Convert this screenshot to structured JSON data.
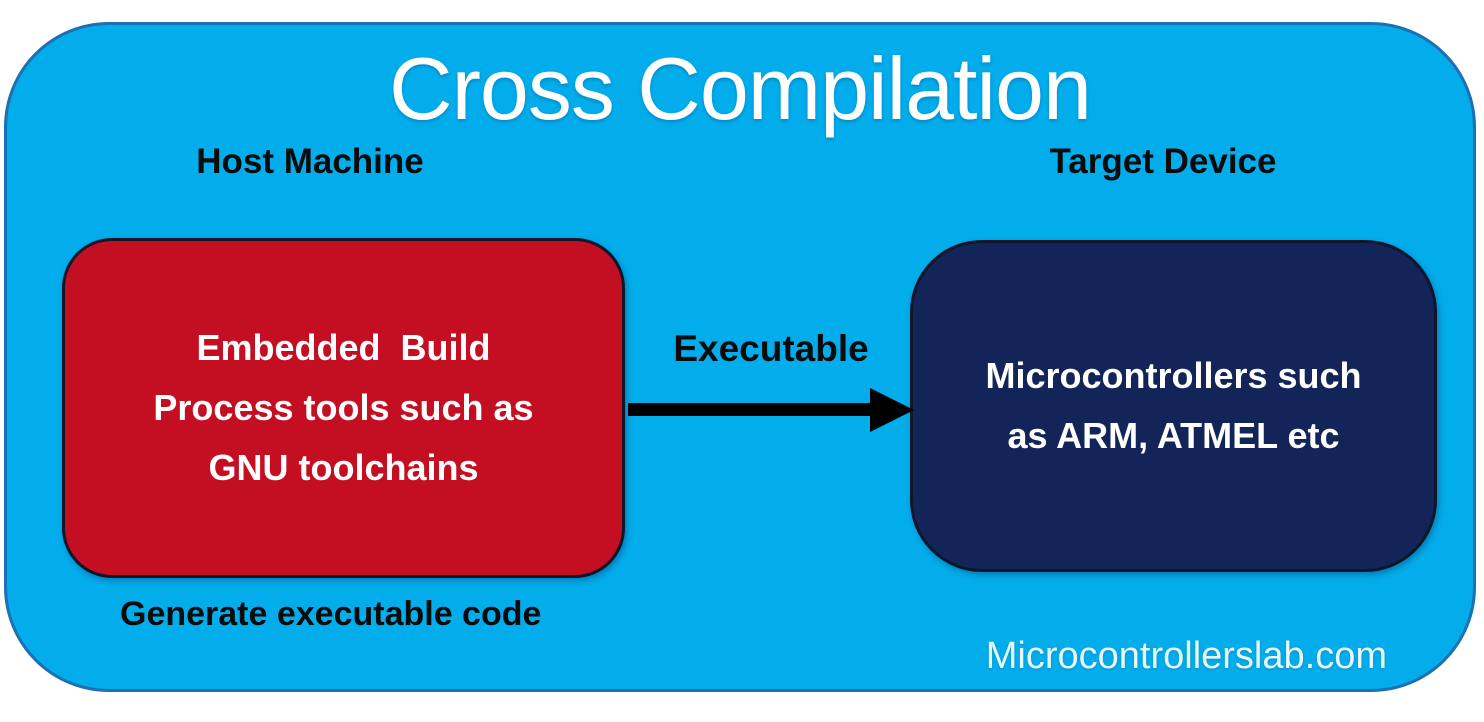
{
  "diagram": {
    "title": "Cross Compilation",
    "watermark": "Microcontrollerslab.com",
    "host": {
      "label": "Host Machine",
      "box_text": "Embedded  Build\nProcess tools such as\nGNU toolchains",
      "caption": "Generate executable code"
    },
    "target": {
      "label": "Target Device",
      "box_text": "Microcontrollers such\nas ARM, ATMEL etc"
    },
    "arrow": {
      "label": "Executable"
    },
    "colors": {
      "canvas_fill": "#03ACEA",
      "canvas_border": "#1D70B4",
      "host_box_fill": "#C40F22",
      "target_box_fill": "#132459",
      "box_border": "#10162A",
      "arrow": "#000000",
      "title_text": "#FFFFFF",
      "label_text": "#0B0B0B",
      "box_text": "#FFFFFF",
      "watermark_text": "#E9F7FD"
    }
  }
}
